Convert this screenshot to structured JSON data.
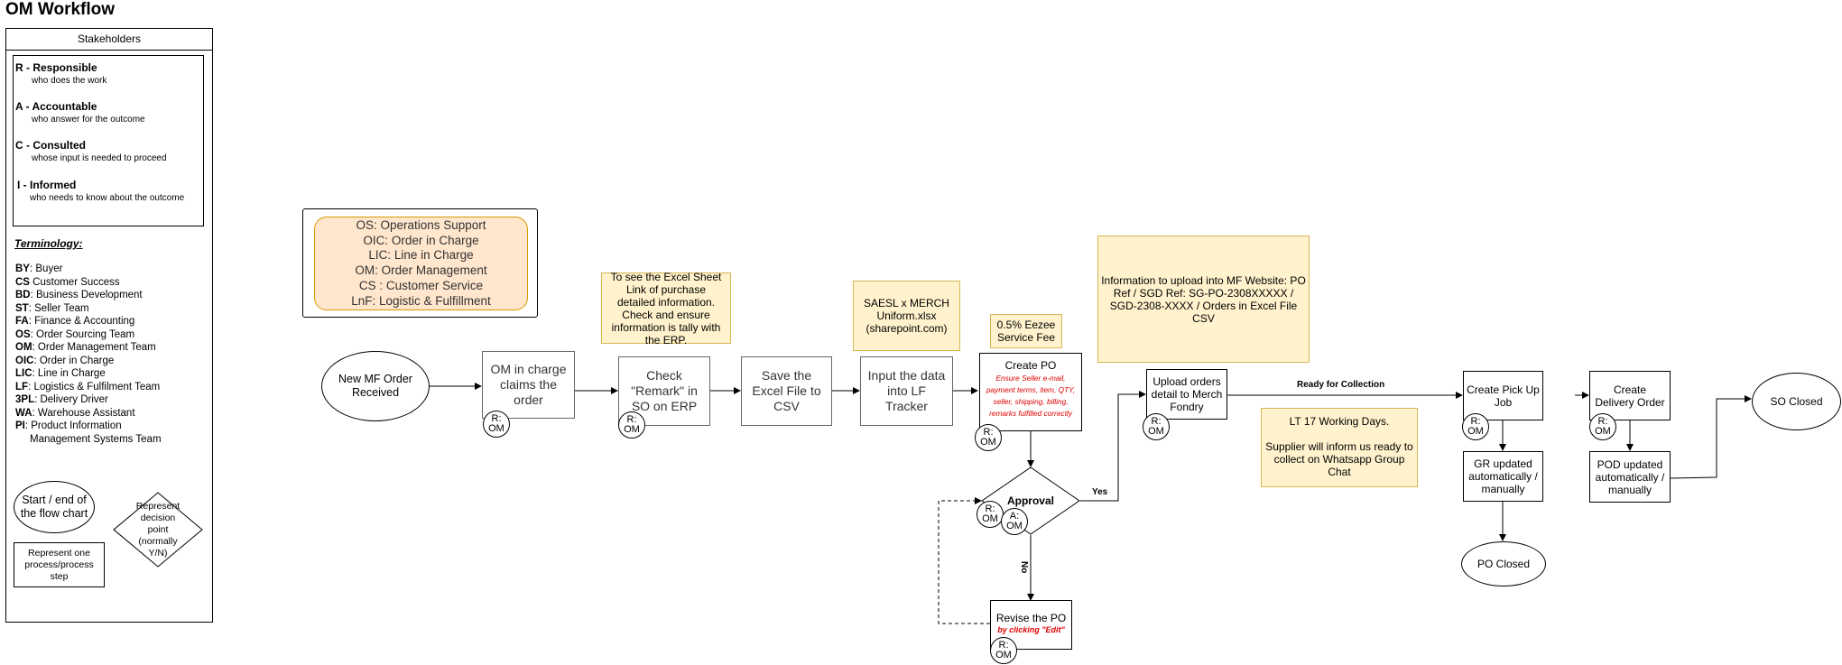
{
  "title": "OM Workflow",
  "stakeholders": {
    "heading": "Stakeholders",
    "raci": [
      {
        "letter": "R - Responsible",
        "desc": "who does the work"
      },
      {
        "letter": "A - Accountable",
        "desc": "who answer for the outcome"
      },
      {
        "letter": "C - Consulted",
        "desc": "whose input is needed to proceed"
      },
      {
        "letter": "I - Informed",
        "desc": "who needs to know about the outcome"
      }
    ],
    "terminology_heading": "Terminology:",
    "terms": [
      {
        "abbr": "BY",
        "text": ": Buyer"
      },
      {
        "abbr": "CS",
        "text": " Customer Success"
      },
      {
        "abbr": "BD",
        "text": ": Business Development"
      },
      {
        "abbr": "ST",
        "text": ": Seller Team"
      },
      {
        "abbr": "FA",
        "text": ": Finance & Accounting"
      },
      {
        "abbr": "OS",
        "text": ": Order Sourcing Team"
      },
      {
        "abbr": "OM",
        "text": ": Order Management Team"
      },
      {
        "abbr": "OIC",
        "text": ": Order in Charge"
      },
      {
        "abbr": "LIC",
        "text": ": Line in Charge"
      },
      {
        "abbr": "LF",
        "text": ": Logistics & Fulfilment Team"
      },
      {
        "abbr": "3PL",
        "text": ": Delivery Driver"
      },
      {
        "abbr": "WA",
        "text": ": Warehouse Assistant"
      },
      {
        "abbr": "PI",
        "text": ": Product Information"
      }
    ],
    "terms_continuation": "Management Systems Team",
    "shape_start_end": "Start / end of the flow chart",
    "shape_decision": "Represent decision point (normally Y/N)",
    "shape_process": "Represent one process/process step"
  },
  "legend_box": {
    "lines": [
      "OS: Operations Support",
      "OIC: Order in Charge",
      "LIC: Line in Charge",
      "OM: Order Management",
      "CS : Customer Service",
      "LnF: Logistic & Fulfillment"
    ]
  },
  "nodes": {
    "start": "New MF Order Received",
    "claim": "OM in charge claims the order",
    "check": "Check \"Remark\" in SO on ERP",
    "save": "Save the Excel File to CSV",
    "input": "Input the data into LF Tracker",
    "create_po_title": "Create PO",
    "create_po_detail": "Ensure Seller e-mail, payment terms, item, QTY, seller, shipping, billing, remarks fulfilled correctly",
    "approval": "Approval",
    "revise_title": "Revise the PO",
    "revise_detail": "by clicking \"Edit\"",
    "upload": "Upload orders detail to Merch Fondry",
    "pickup": "Create Pick Up Job",
    "gr": "GR updated automatically / manually",
    "po_closed": "PO Closed",
    "delivery": "Create Delivery Order",
    "pod": "POD updated automatically / manually",
    "so_closed": "SO Closed"
  },
  "notes": {
    "excel_sheet": "To see the Excel Sheet Link of purchase detailed information. Check and ensure information is tally with the ERP.",
    "saesl": "SAESL x MERCH Uniform.xlsx (sharepoint.com)",
    "fee": "0.5% Eezee Service Fee",
    "upload_info": "Information to upload into MF Website: PO Ref /  SGD Ref: SG-PO-2308XXXXX / SGD-2308-XXXX / Orders in Excel File CSV",
    "lead_time_title": "LT 17 Working Days.",
    "lead_time_body": "Supplier will inform us ready to collect on Whatsapp Group Chat"
  },
  "badges": {
    "r_om": "R: OM",
    "a_om": "A: OM"
  },
  "edge_labels": {
    "yes": "Yes",
    "no": "No",
    "ready": "Ready for Collection"
  },
  "colors": {
    "note_fill": "#fff2cc",
    "note_border": "#d6b656",
    "legend_fill": "#ffe6cc",
    "legend_border": "#d79b00",
    "detail_text": "#e00000"
  }
}
